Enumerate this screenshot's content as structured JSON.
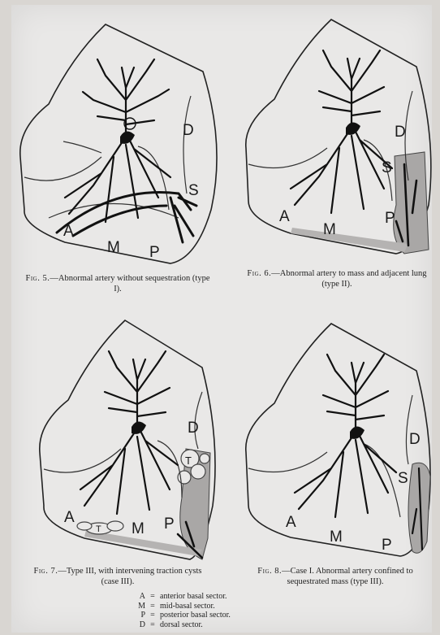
{
  "figures": [
    {
      "id": "fig5",
      "caption_lead": "Fig. 5.",
      "caption_text": "—Abnormal artery without sequestration (type I).",
      "labels": {
        "D": "D",
        "S": "S",
        "A": "A",
        "M": "M",
        "P": "P"
      }
    },
    {
      "id": "fig6",
      "caption_lead": "Fig. 6.",
      "caption_text": "—Abnormal artery to mass and adjacent lung (type II).",
      "labels": {
        "D": "D",
        "S": "S",
        "A": "A",
        "M": "M",
        "P": "P"
      }
    },
    {
      "id": "fig7",
      "caption_lead": "Fig. 7.",
      "caption_text": "—Type III, with intervening traction cysts (case III).",
      "labels": {
        "D": "D",
        "T1": "T",
        "T2": "T",
        "A": "A",
        "M": "M",
        "P": "P"
      }
    },
    {
      "id": "fig8",
      "caption_lead": "Fig. 8.",
      "caption_text": "—Case I.  Abnormal artery confined to sequestrated mass (type III).",
      "labels": {
        "D": "D",
        "S": "S",
        "A": "A",
        "M": "M",
        "P": "P"
      }
    }
  ],
  "legend": [
    {
      "key": "A",
      "text": "anterior basal sector."
    },
    {
      "key": "M",
      "text": "mid-basal sector."
    },
    {
      "key": "P",
      "text": "posterior basal sector."
    },
    {
      "key": "D",
      "text": "dorsal sector."
    }
  ],
  "legend_eq": "="
}
